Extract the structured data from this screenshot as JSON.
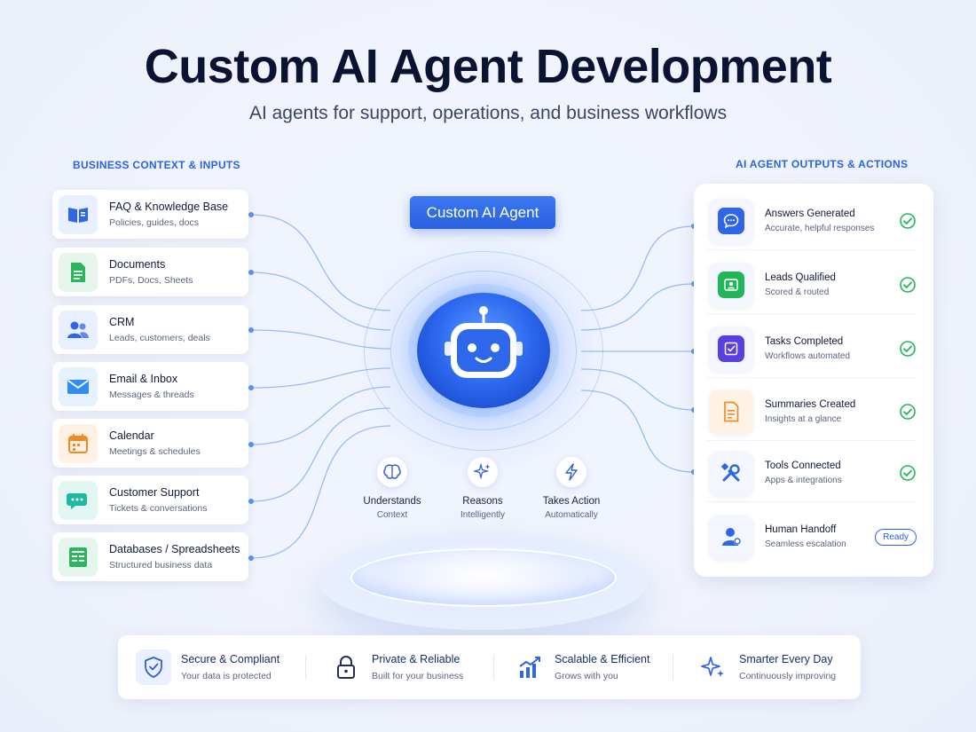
{
  "header": {
    "title": "Custom AI Agent Development",
    "subtitle": "AI agents for support, operations, and business workflows"
  },
  "inputs": {
    "label": "BUSINESS CONTEXT & INPUTS",
    "items": [
      {
        "title": "FAQ & Knowledge Base",
        "sub": "Policies, guides, docs",
        "icon": "book-icon",
        "color": "#2f66e8"
      },
      {
        "title": "Documents",
        "sub": "PDFs, Docs, Sheets",
        "icon": "document-icon",
        "color": "#2db55d"
      },
      {
        "title": "CRM",
        "sub": "Leads, customers, deals",
        "icon": "users-icon",
        "color": "#2f66e8"
      },
      {
        "title": "Email & Inbox",
        "sub": "Messages & threads",
        "icon": "mail-icon",
        "color": "#2f8ef0"
      },
      {
        "title": "Calendar",
        "sub": "Meetings & schedules",
        "icon": "calendar-icon",
        "color": "#f08a24"
      },
      {
        "title": "Customer Support",
        "sub": "Tickets & conversations",
        "icon": "chat-bubbles-icon",
        "color": "#1fb8a0"
      },
      {
        "title": "Databases / Spreadsheets",
        "sub": "Structured business data",
        "icon": "spreadsheet-icon",
        "color": "#2db55d"
      }
    ]
  },
  "center": {
    "agent_label": "Custom AI Agent",
    "capabilities": [
      {
        "title": "Understands",
        "sub": "Context",
        "icon": "brain-icon"
      },
      {
        "title": "Reasons",
        "sub": "Intelligently",
        "icon": "sparkle-icon"
      },
      {
        "title": "Takes Action",
        "sub": "Automatically",
        "icon": "lightning-icon"
      }
    ]
  },
  "outputs": {
    "label": "AI AGENT OUTPUTS & ACTIONS",
    "items": [
      {
        "title": "Answers Generated",
        "sub": "Accurate, helpful responses",
        "icon": "chat-icon",
        "color": "#2f66e8",
        "status": "check"
      },
      {
        "title": "Leads Qualified",
        "sub": "Scored & routed",
        "icon": "lead-icon",
        "color": "#22b55a",
        "status": "check"
      },
      {
        "title": "Tasks Completed",
        "sub": "Workflows automated",
        "icon": "task-check-icon",
        "color": "#5a3fe0",
        "status": "check"
      },
      {
        "title": "Summaries Created",
        "sub": "Insights at a glance",
        "icon": "summary-doc-icon",
        "color": "#f08a24",
        "status": "check"
      },
      {
        "title": "Tools Connected",
        "sub": "Apps & integrations",
        "icon": "tools-icon",
        "color": "#2f66e8",
        "status": "check"
      },
      {
        "title": "Human Handoff",
        "sub": "Seamless escalation",
        "icon": "person-icon",
        "color": "#2f66e8",
        "status": "Ready"
      }
    ]
  },
  "features": [
    {
      "title": "Secure & Compliant",
      "sub": "Your data is protected",
      "icon": "shield-check-icon"
    },
    {
      "title": "Private & Reliable",
      "sub": "Built for your business",
      "icon": "lock-icon"
    },
    {
      "title": "Scalable & Efficient",
      "sub": "Grows with you",
      "icon": "growth-chart-icon"
    },
    {
      "title": "Smarter Every Day",
      "sub": "Continuously improving",
      "icon": "sparkles-icon"
    }
  ],
  "colors": {
    "accent": "#2a63e6",
    "check_green": "#22b55a",
    "title": "#0b1333"
  }
}
